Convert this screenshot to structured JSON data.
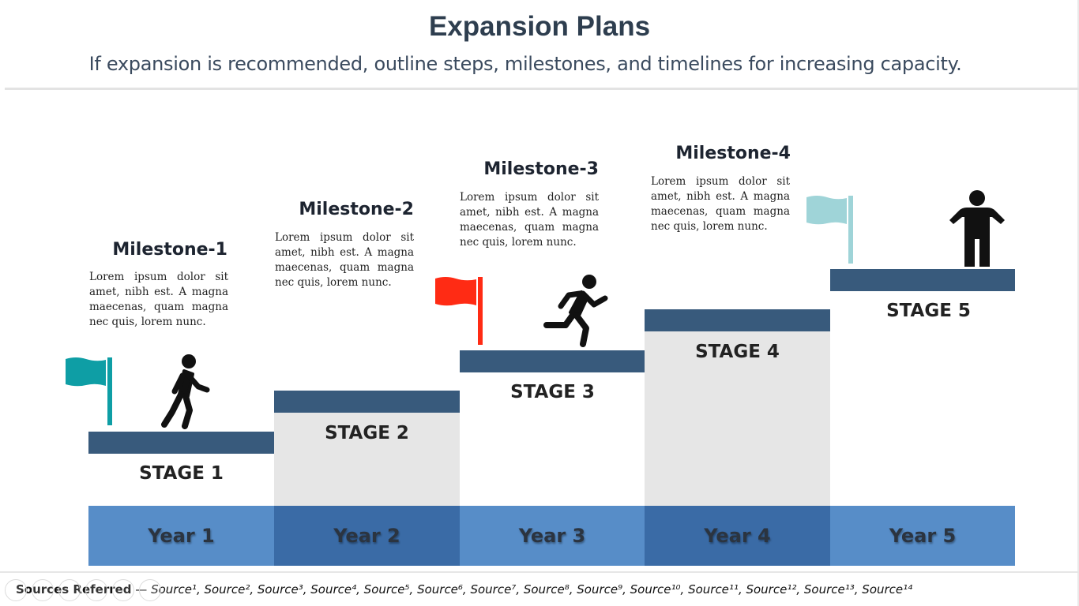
{
  "header": {
    "title": "Expansion Plans",
    "subtitle": "If expansion is recommended, outline steps, milestones, and timelines for increasing capacity."
  },
  "milestones": [
    {
      "title": "Milestone-1",
      "text": "Lorem ipsum dolor sit amet, nibh est. A magna maecenas, quam magna nec quis, lorem nunc."
    },
    {
      "title": "Milestone-2",
      "text": "Lorem ipsum dolor sit amet, nibh est. A magna maecenas, quam magna nec quis, lorem nunc."
    },
    {
      "title": "Milestone-3",
      "text": "Lorem ipsum dolor sit amet, nibh est. A magna maecenas, quam magna nec quis, lorem nunc."
    },
    {
      "title": "Milestone-4",
      "text": "Lorem ipsum dolor sit amet, nibh est. A magna maecenas, quam magna nec quis, lorem nunc."
    }
  ],
  "stages": [
    "STAGE 1",
    "STAGE 2",
    "STAGE 3",
    "STAGE 4",
    "STAGE 5"
  ],
  "years": [
    "Year 1",
    "Year 2",
    "Year 3",
    "Year 4",
    "Year 5"
  ],
  "icons": {
    "flag_1": "flag-icon",
    "walker": "walking-person-icon",
    "flag_3": "flag-icon",
    "runner": "running-person-icon",
    "flag_5": "flag-icon",
    "standing": "standing-person-icon"
  },
  "colors": {
    "stage_bar": "#385a7c",
    "year_light": "#578dc8",
    "year_dark": "#3a6ba6",
    "flag_teal": "#0e9ea5",
    "flag_red": "#ff2b14",
    "flag_light_teal": "#9fd4d8"
  },
  "footer": {
    "label": "Sources Referred",
    "separator": " — ",
    "sources": "Source¹, Source², Source³, Source⁴, Source⁵, Source⁶, Source⁷, Source⁸, Source⁹, Source¹⁰, Source¹¹, Source¹², Source¹³, Source¹⁴"
  }
}
